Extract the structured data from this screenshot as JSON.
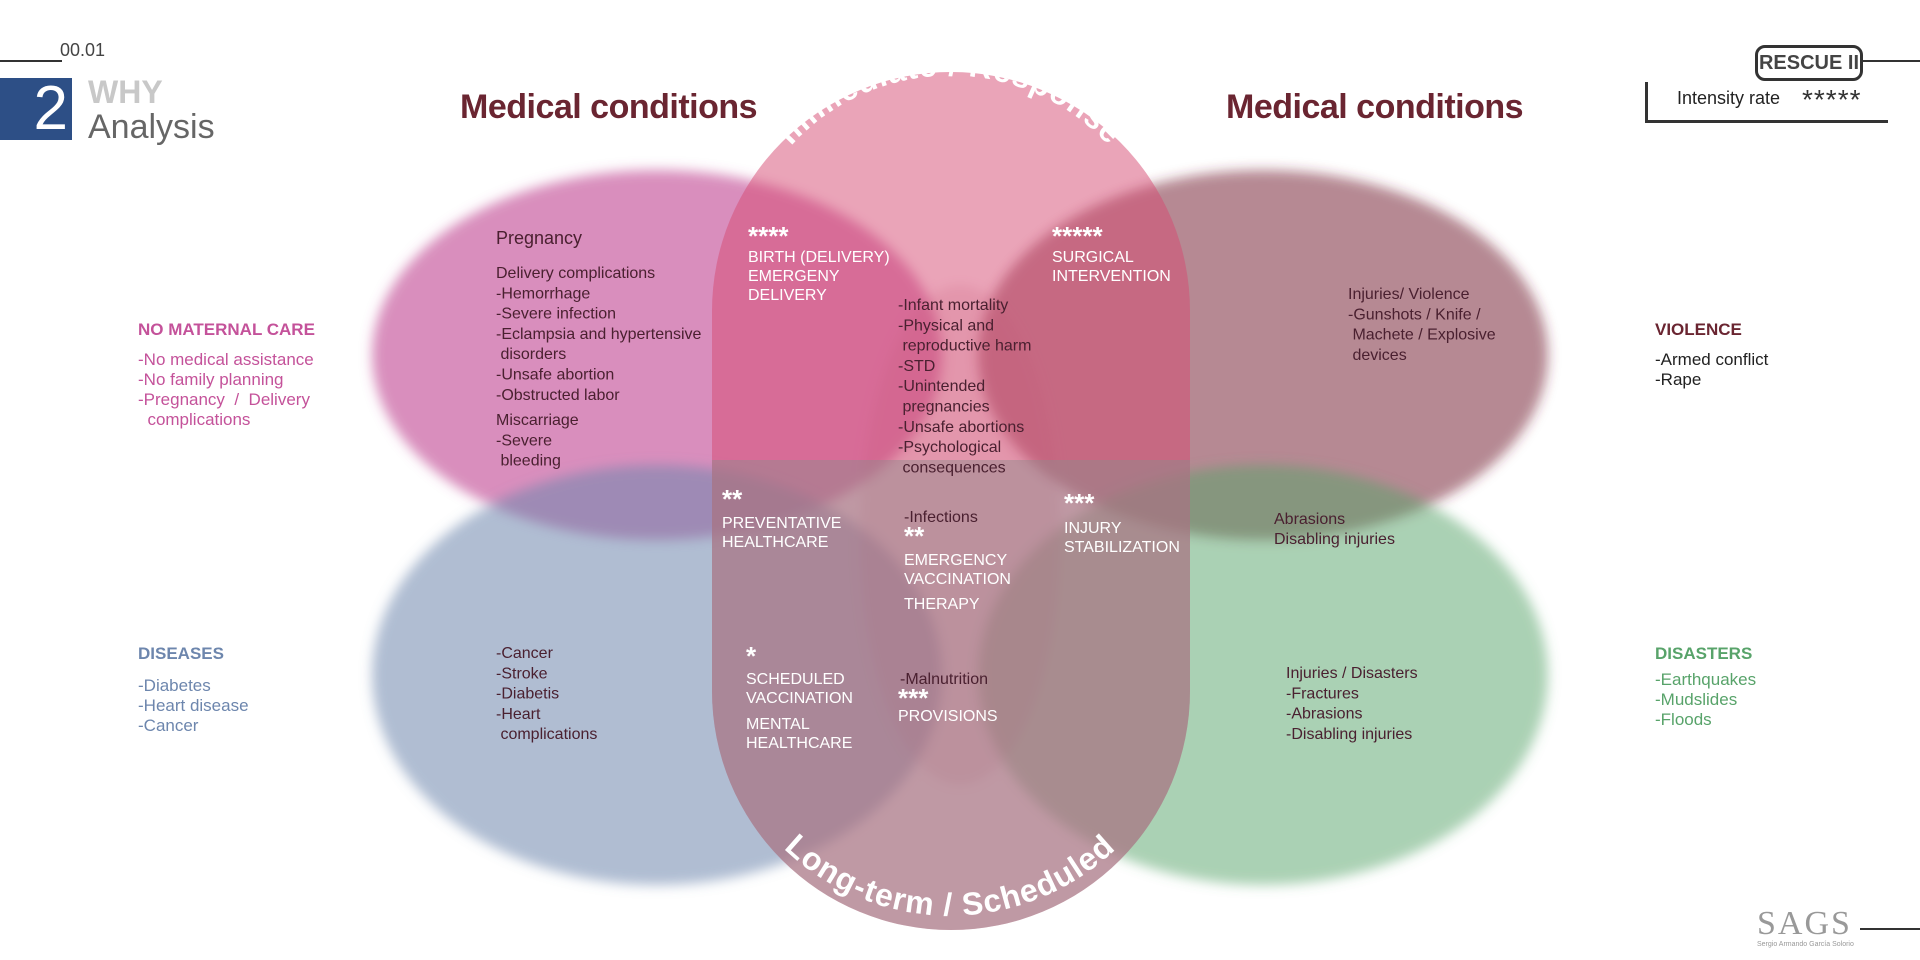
{
  "header": {
    "code": "00.01",
    "section_number": "2",
    "section_why": "WHY",
    "section_analysis": "Analysis",
    "title_left": "Medical conditions",
    "title_right": "Medical conditions"
  },
  "badge": {
    "rescue": "RESCUE II",
    "intensity_label": "Intensity rate",
    "intensity_stars": "*****"
  },
  "arcs": {
    "top": "Immediate / Response",
    "bottom": "Long-term / Scheduled"
  },
  "colors": {
    "maternal": "#c4529a",
    "violence": "#7a2c3a",
    "diseases": "#6d86ad",
    "disasters": "#58a36a",
    "capsule": "#d64a72",
    "title": "#6a2531",
    "section": "#2d4f86"
  },
  "side": {
    "maternal_title": "NO MATERNAL CARE",
    "maternal_items": [
      "-No medical assistance",
      "-No family planning",
      "-Pregnancy  /  Delivery",
      "  complications"
    ],
    "violence_title": "VIOLENCE",
    "violence_items": [
      "-Armed conflict",
      "-Rape"
    ],
    "diseases_title": "DISEASES",
    "diseases_items": [
      "-Diabetes",
      "-Heart disease",
      "-Cancer"
    ],
    "disasters_title": "DISASTERS",
    "disasters_items": [
      "-Earthquakes",
      "-Mudslides",
      "-Floods"
    ]
  },
  "pregnancy": {
    "title": "Pregnancy",
    "lines": [
      "Delivery complications",
      "-Hemorrhage",
      "-Severe infection",
      "-Eclampsia and hypertensive",
      " disorders",
      "-Unsafe abortion",
      "-Obstructed labor"
    ],
    "miscarriage_lines": [
      "Miscarriage",
      "-Severe",
      " bleeding"
    ]
  },
  "injuries_violence": [
    "Injuries/ Violence",
    "-Gunshots / Knife /",
    " Machete / Explosive",
    " devices"
  ],
  "center_list": [
    "-Infant mortality",
    "-Physical and",
    " reproductive harm",
    "-STD",
    "-Unintended",
    " pregnancies",
    "-Unsafe abortions",
    "-Psychological",
    " consequences"
  ],
  "birth": {
    "stars": "****",
    "lines": [
      "BIRTH (DELIVERY)",
      "EMERGENY",
      "DELIVERY"
    ]
  },
  "surgical": {
    "stars": "*****",
    "lines": [
      "SURGICAL",
      "INTERVENTION"
    ]
  },
  "preventative": {
    "stars": "**",
    "lines": [
      "PREVENTATIVE",
      "HEALTHCARE"
    ]
  },
  "infections": "-Infections",
  "emergency": {
    "stars": "**",
    "lines": [
      "EMERGENCY",
      "VACCINATION"
    ],
    "therapy": "THERAPY"
  },
  "injury_stab": {
    "stars": "***",
    "lines": [
      "INJURY",
      "STABILIZATION"
    ]
  },
  "abrasions": [
    "Abrasions",
    "Disabling injuries"
  ],
  "diseases_inner": [
    "-Cancer",
    "-Stroke",
    "-Diabetis",
    "-Heart",
    " complications"
  ],
  "scheduled": {
    "stars": "*",
    "lines": [
      "SCHEDULED",
      "VACCINATION"
    ],
    "mental": [
      "MENTAL",
      "HEALTHCARE"
    ]
  },
  "provisions": {
    "malnutrition": "-Malnutrition",
    "stars": "***",
    "label": "PROVISIONS"
  },
  "injuries_disasters": [
    "Injuries / Disasters",
    "-Fractures",
    "-Abrasions",
    "-Disabling injuries"
  ],
  "logo": {
    "mark": "SAGS",
    "sub": "Sergio Armando García Solorio"
  }
}
